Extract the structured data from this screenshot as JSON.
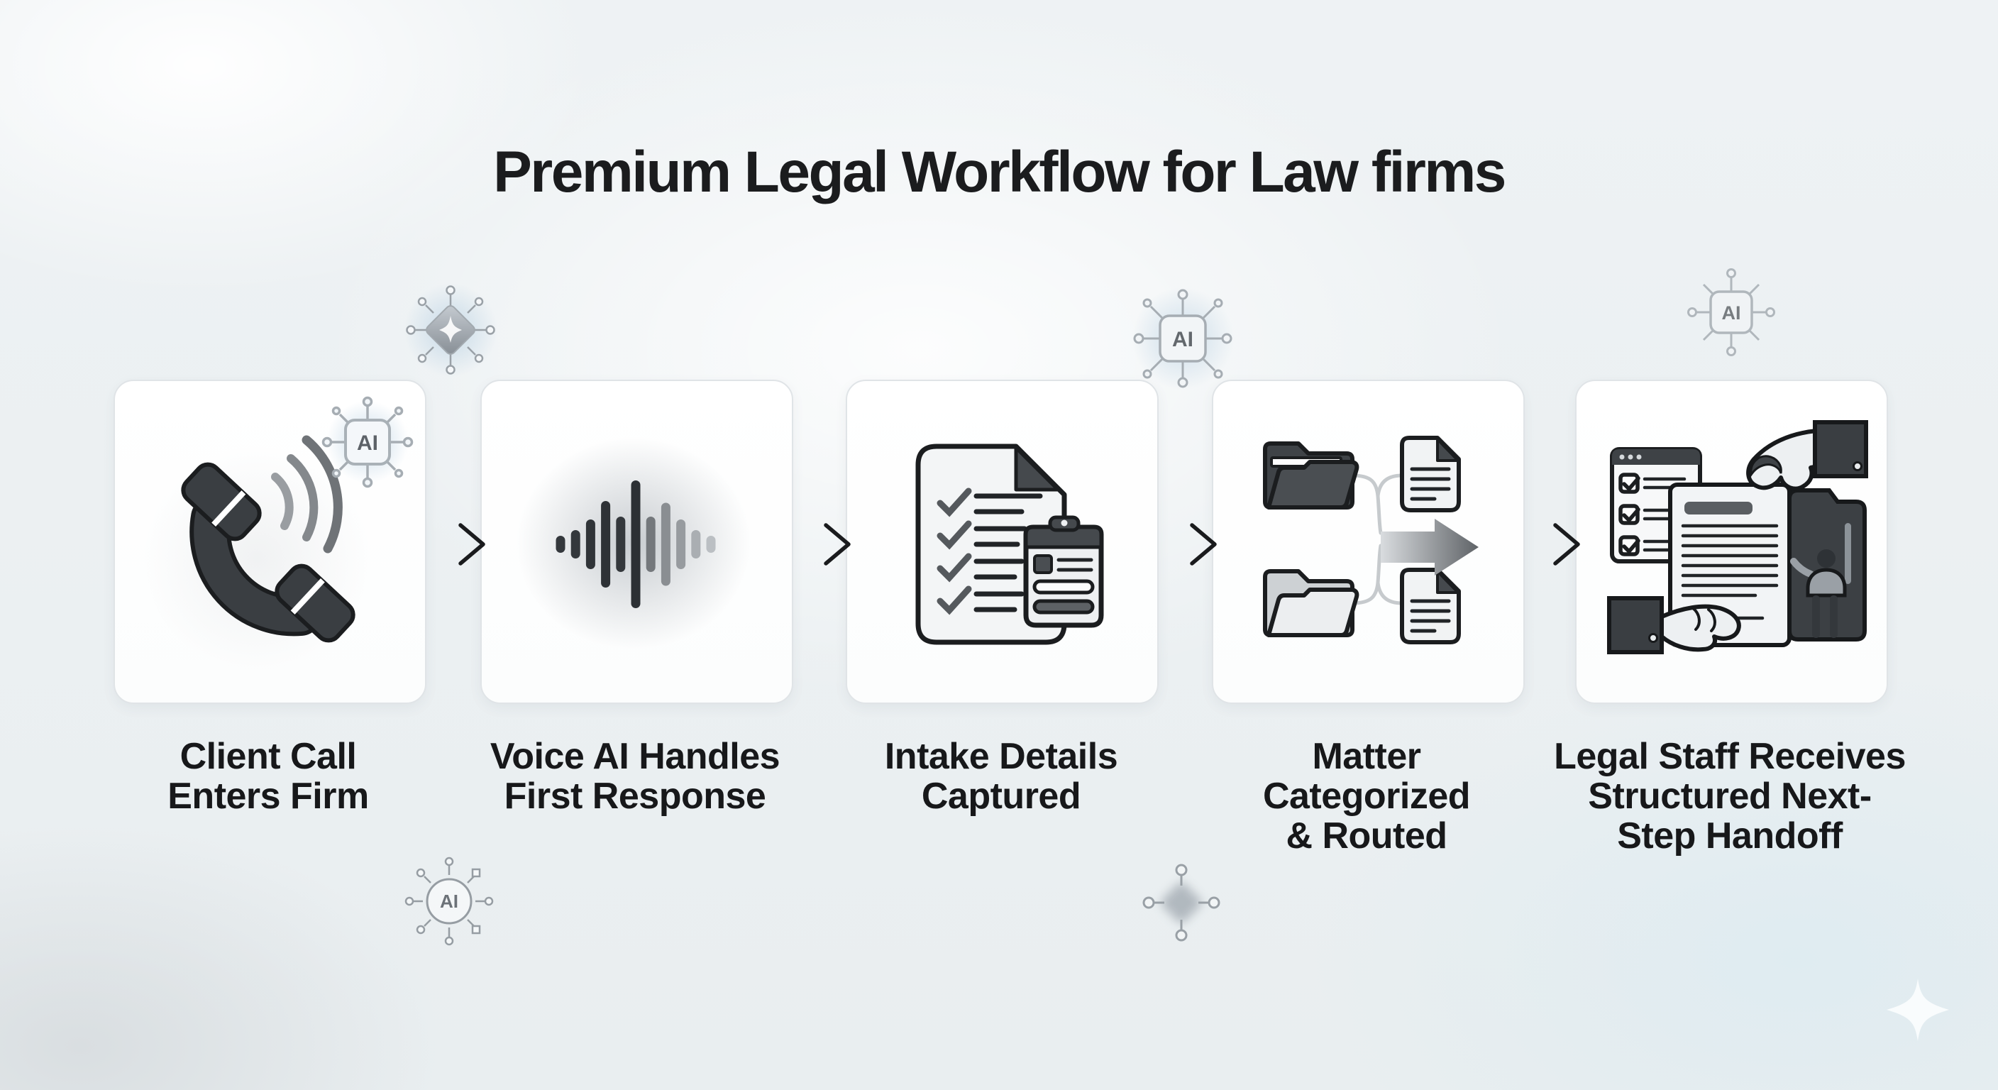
{
  "title": "Premium Legal Workflow for Law firms",
  "steps": [
    {
      "id": "client-call",
      "icon": "phone-call-icon",
      "label_lines": [
        "Client Call",
        "Enters Firm"
      ]
    },
    {
      "id": "voice-ai",
      "icon": "voice-waveform-icon",
      "label_lines": [
        "Voice AI Handles",
        "First Response"
      ]
    },
    {
      "id": "intake",
      "icon": "intake-checklist-icon",
      "label_lines": [
        "Intake Details",
        "Captured"
      ]
    },
    {
      "id": "categorized",
      "icon": "folder-routing-icon",
      "label_lines": [
        "Matter",
        "Categorized",
        "& Routed"
      ]
    },
    {
      "id": "handoff",
      "icon": "document-handoff-icon",
      "label_lines": [
        "Legal Staff Receives",
        "Structured Next-",
        "Step Handoff"
      ]
    }
  ],
  "badges": {
    "ai_label": "AI"
  },
  "colors": {
    "ink": "#1b1d1f",
    "dark_gray": "#3a3e42",
    "mid_gray": "#74787c",
    "light_gray": "#c6cacd",
    "card_border": "#e0e4e7",
    "background": "#eef2f4",
    "glow_blue": "#cddbe7"
  }
}
